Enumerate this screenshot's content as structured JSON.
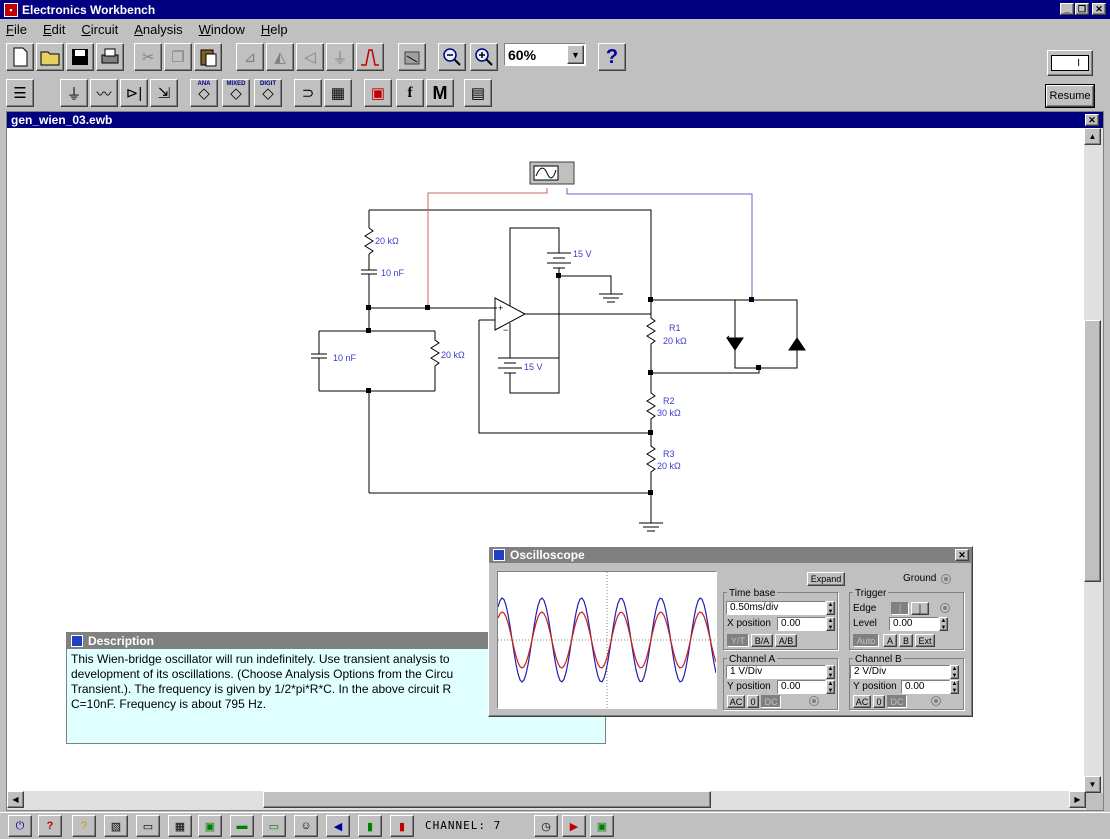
{
  "app": {
    "title": "Electronics Workbench",
    "menu": [
      "File",
      "Edit",
      "Circuit",
      "Analysis",
      "Window",
      "Help"
    ]
  },
  "toolbar": {
    "zoom": "60%",
    "help_glyph": "?",
    "instruments_glyph": "M",
    "func_glyph": "f",
    "ana_label": "ANA",
    "mixed_label": "MIXED",
    "digit_label": "DIGIT",
    "resume_label": "Resume",
    "panel_label": "I"
  },
  "document": {
    "title": "gen_wien_03.ewb",
    "components": {
      "r_top": "20 kΩ",
      "c_top": "10 nF",
      "c_left": "10 nF",
      "r_left": "20 kΩ",
      "v_top": "15 V",
      "v_bot": "15 V",
      "r1_name": "R1",
      "r1_val": "20 kΩ",
      "r2_name": "R2",
      "r2_val": "30 kΩ",
      "r3_name": "R3",
      "r3_val": "20 kΩ",
      "opamp_plus": "+",
      "opamp_minus": "−"
    }
  },
  "description": {
    "title": "Description",
    "lines": [
      "This Wien-bridge oscillator will run indefinitely. Use transient analysis to",
      "development of its oscillations. (Choose Analysis Options from the Circu",
      "Transient.). The frequency is given by 1/2*pi*R*C. In the above circuit R",
      "C=10nF. Frequency is about 795 Hz."
    ]
  },
  "oscilloscope": {
    "title": "Oscilloscope",
    "expand": "Expand",
    "ground": "Ground",
    "timebase": {
      "label": "Time base",
      "value": "0.50ms/div",
      "xpos_label": "X position",
      "xpos": "0.00",
      "modes": [
        "Y/T",
        "B/A",
        "A/B"
      ]
    },
    "trigger": {
      "label": "Trigger",
      "edge_label": "Edge",
      "level_label": "Level",
      "level": "0.00",
      "sources": [
        "Auto",
        "A",
        "B",
        "Ext"
      ]
    },
    "channel_a": {
      "label": "Channel A",
      "value": "1  V/Div",
      "ypos_label": "Y position",
      "ypos": "0.00",
      "coupling": [
        "AC",
        "0",
        "DC"
      ]
    },
    "channel_b": {
      "label": "Channel B",
      "value": "2  V/Div",
      "ypos_label": "Y position",
      "ypos": "0.00",
      "coupling": [
        "AC",
        "0",
        "DC"
      ]
    },
    "trace_colors": {
      "a": "#cc2020",
      "b": "#2020b0"
    }
  },
  "taskbar": {
    "channel": "CHANNEL: 7"
  }
}
